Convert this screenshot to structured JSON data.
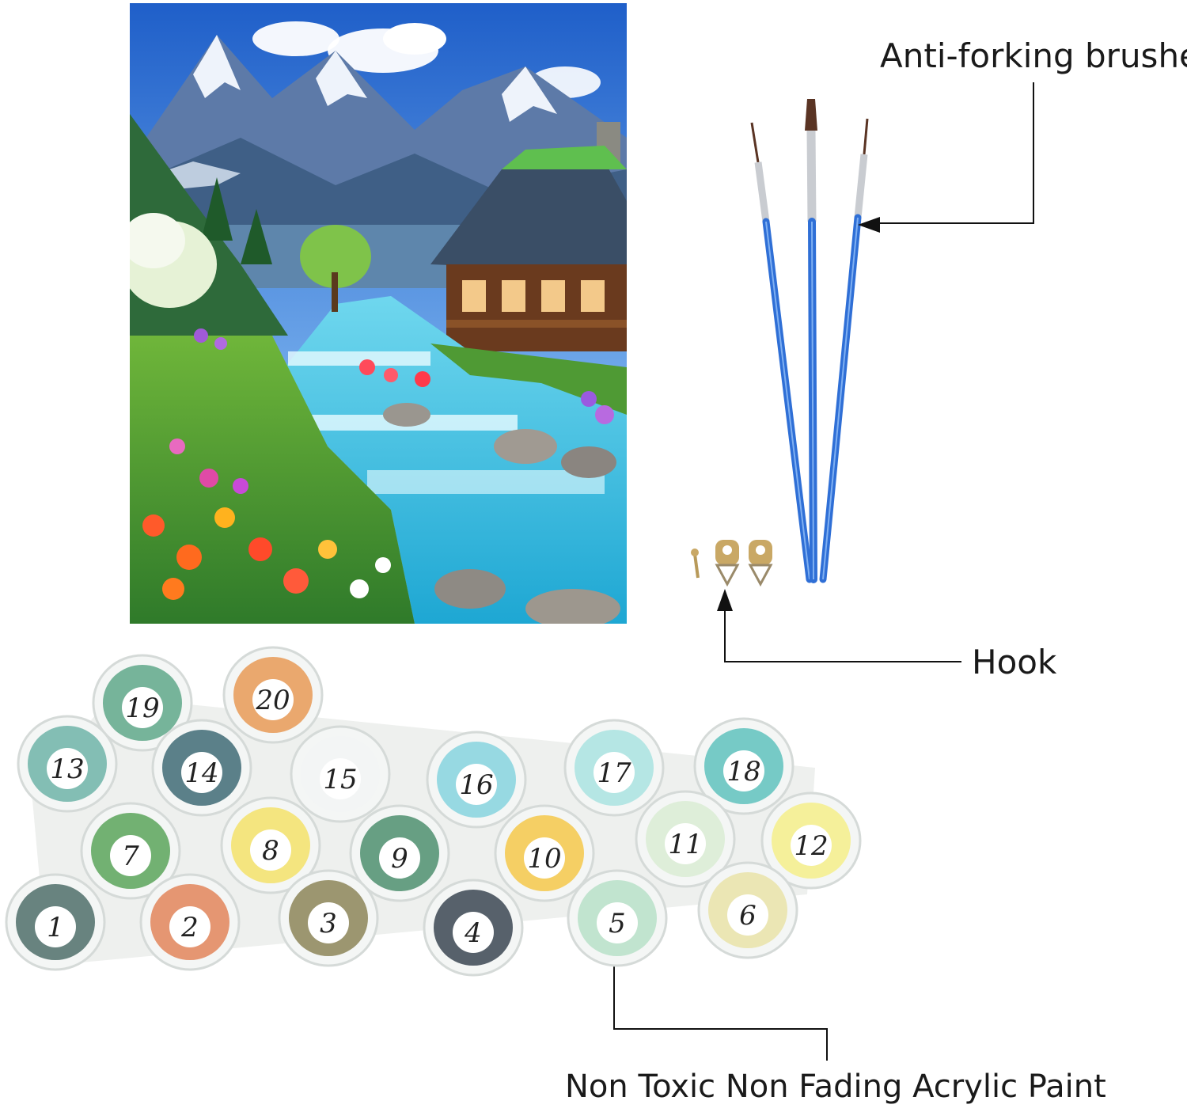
{
  "labels": {
    "brushes": "Anti-forking brushes",
    "hook": "Hook",
    "paint": "Non Toxic Non Fading Acrylic Paint"
  },
  "paint_pots": [
    {
      "number": "19",
      "color": "#5fa88a"
    },
    {
      "number": "20",
      "color": "#e79a56"
    },
    {
      "number": "13",
      "color": "#6fb4a8"
    },
    {
      "number": "14",
      "color": "#3f6b76"
    },
    {
      "number": "15",
      "color": "#f2f4f4"
    },
    {
      "number": "16",
      "color": "#86d3de"
    },
    {
      "number": "17",
      "color": "#a9e3e1"
    },
    {
      "number": "18",
      "color": "#5fc2bd"
    },
    {
      "number": "7",
      "color": "#5aa55a"
    },
    {
      "number": "8",
      "color": "#f3e26a"
    },
    {
      "number": "9",
      "color": "#4d8f6f"
    },
    {
      "number": "10",
      "color": "#f4c84a"
    },
    {
      "number": "11",
      "color": "#d9ecd4"
    },
    {
      "number": "12",
      "color": "#f4ee8a"
    },
    {
      "number": "1",
      "color": "#4f6e6a"
    },
    {
      "number": "2",
      "color": "#e2855a"
    },
    {
      "number": "3",
      "color": "#8c8558"
    },
    {
      "number": "4",
      "color": "#3b4652"
    },
    {
      "number": "5",
      "color": "#b7e0c8"
    },
    {
      "number": "6",
      "color": "#e9e3a8"
    }
  ],
  "colors": {
    "brush_handle": "#2f6fd6",
    "ferrule": "#c9ccd1",
    "bristle": "#5a3424",
    "sky": "#2f6fd0",
    "water": "#3fc6e6"
  }
}
